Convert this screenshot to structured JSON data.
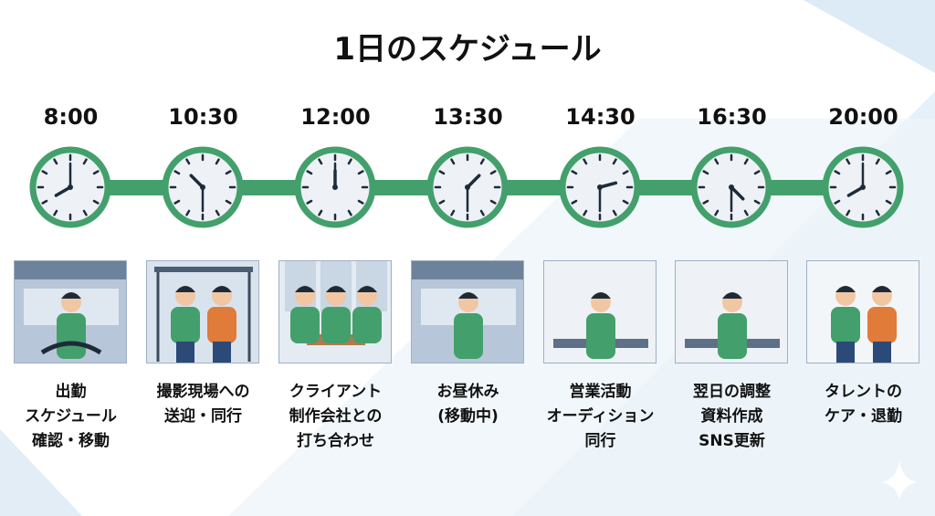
{
  "title": "1日のスケジュール",
  "colors": {
    "accent": "#43a06c",
    "clock_face": "#eef2f6",
    "hand": "#1d2b3a"
  },
  "schedule": [
    {
      "time": "8:00",
      "scene": "driving-car",
      "caption": [
        "出勤",
        "スケジュール",
        "確認・移動"
      ]
    },
    {
      "time": "10:30",
      "scene": "photo-studio",
      "caption": [
        "撮影現場への",
        "送迎・同行"
      ]
    },
    {
      "time": "12:00",
      "scene": "client-meeting",
      "caption": [
        "クライアント",
        "制作会社との",
        "打ち合わせ"
      ]
    },
    {
      "time": "13:30",
      "scene": "lunch-in-car",
      "caption": [
        "お昼休み",
        "(移動中)"
      ]
    },
    {
      "time": "14:30",
      "scene": "phone-call",
      "caption": [
        "営業活動",
        "オーディション",
        "同行"
      ]
    },
    {
      "time": "16:30",
      "scene": "desk-work",
      "caption": [
        "翌日の調整",
        "資料作成",
        "SNS更新"
      ]
    },
    {
      "time": "20:00",
      "scene": "talent-care",
      "caption": [
        "タレントの",
        "ケア・退勤"
      ]
    }
  ]
}
